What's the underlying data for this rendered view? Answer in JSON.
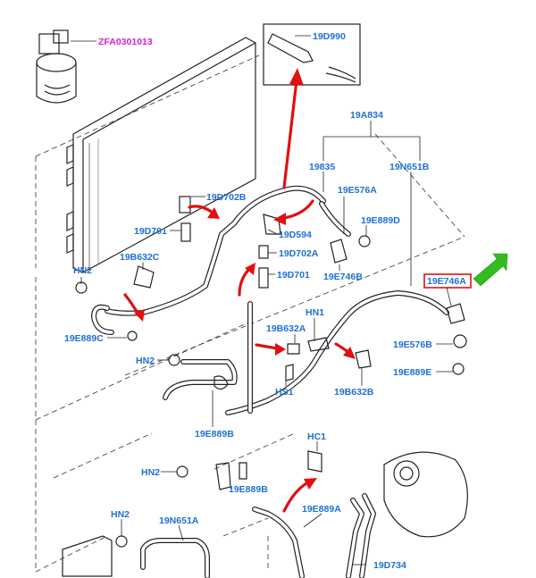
{
  "callouts": {
    "zfa0301013": "ZFA0301013",
    "d990": "19D990",
    "a834": "19A834",
    "c1835": "19835",
    "n651b": "19N651B",
    "d702b": "19D702B",
    "e576a_top": "19E576A",
    "e889d": "19E889D",
    "d701_left": "19D701",
    "d594": "19D594",
    "b632c": "19B632C",
    "d702a": "19D702A",
    "e746b": "19E746B",
    "d701_mid": "19D701",
    "hn2_a": "HN2",
    "e746a": "19E746A",
    "hn1": "HN1",
    "b632a": "19B632A",
    "e889c": "19E889C",
    "e576b": "19E576B",
    "hn2_b": "HN2",
    "e889e": "19E889E",
    "hs1": "HS1",
    "b632b": "19B632B",
    "e889b_mid": "19E889B",
    "hc1": "HC1",
    "hn2_c": "HN2",
    "e889b_low": "19E889B",
    "hn2_d": "HN2",
    "n651a": "19N651A",
    "e889a": "19E889A",
    "d734": "19D734"
  },
  "colors": {
    "callout_blue": "#1f6fd1",
    "callout_magenta": "#d61fd1",
    "highlight_red": "#e01010",
    "pointer_green": "#33bb22"
  },
  "highlighted_part": "19E746A"
}
